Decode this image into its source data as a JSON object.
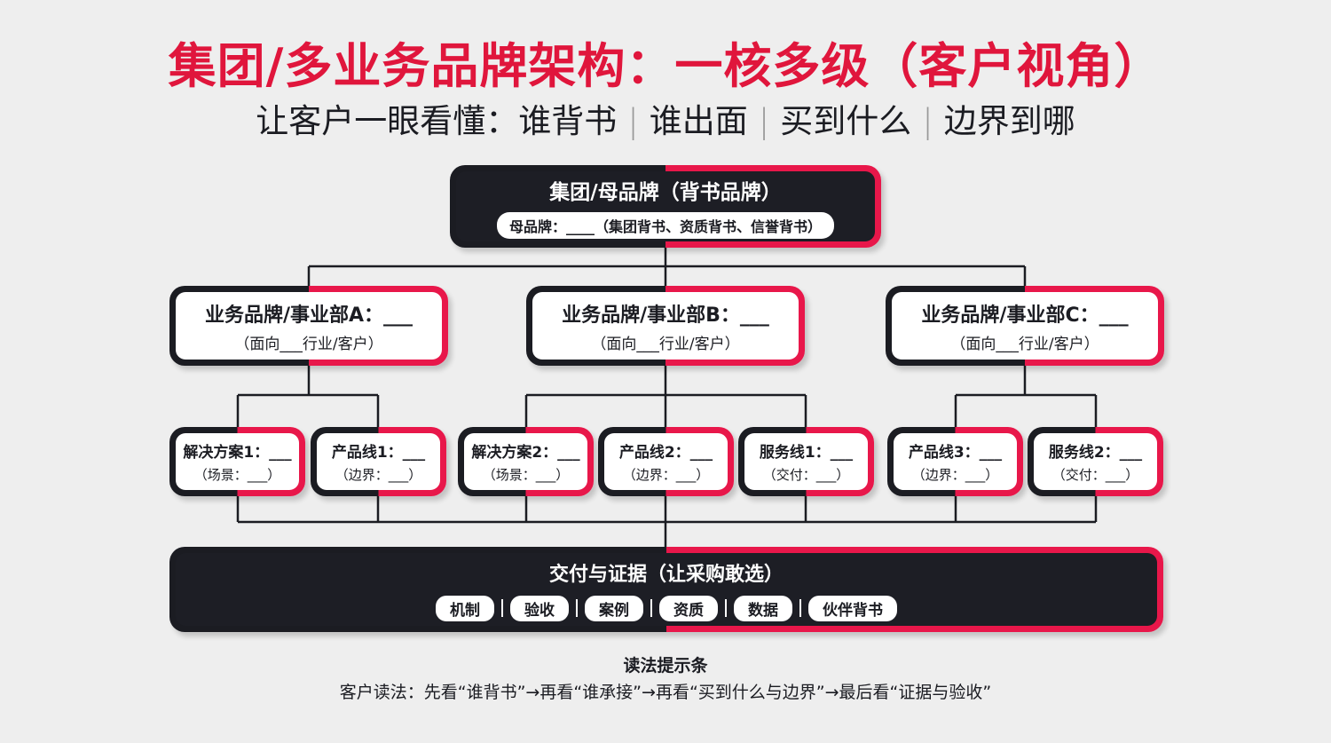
{
  "title": "集团/多业务品牌架构：一核多级（客户视角）",
  "subtitle": {
    "prefix": "让客户一眼看懂：",
    "parts": [
      "谁背书",
      "谁出面",
      "买到什么",
      "边界到哪"
    ]
  },
  "top": {
    "title": "集团/母品牌（背书品牌）",
    "pill": "母品牌：____（集团背书、资质背书、信誉背书）"
  },
  "divisions": [
    {
      "title": "业务品牌/事业部A：___",
      "sub": "（面向___行业/客户）"
    },
    {
      "title": "业务品牌/事业部B：___",
      "sub": "（面向___行业/客户）"
    },
    {
      "title": "业务品牌/事业部C：___",
      "sub": "（面向___行业/客户）"
    }
  ],
  "leaves": [
    {
      "title": "解决方案1：___",
      "sub": "（场景：___）"
    },
    {
      "title": "产品线1：___",
      "sub": "（边界：___）"
    },
    {
      "title": "解决方案2：___",
      "sub": "（场景：___）"
    },
    {
      "title": "产品线2：___",
      "sub": "（边界：___）"
    },
    {
      "title": "服务线1：___",
      "sub": "（交付：___）"
    },
    {
      "title": "产品线3：___",
      "sub": "（边界：___）"
    },
    {
      "title": "服务线2：___",
      "sub": "（交付：___）"
    }
  ],
  "bottom": {
    "title": "交付与证据（让采购敢选）",
    "tags": [
      "机制",
      "验收",
      "案例",
      "资质",
      "数据",
      "伙伴背书"
    ]
  },
  "hint": {
    "title": "读法提示条",
    "text": "客户读法：先看“谁背书”→再看“谁承接”→再看“买到什么与边界”→最后看“证据与验收”"
  },
  "colors": {
    "accent": "#e0163c",
    "dark": "#1b1c22",
    "background": "#eeeeee"
  }
}
